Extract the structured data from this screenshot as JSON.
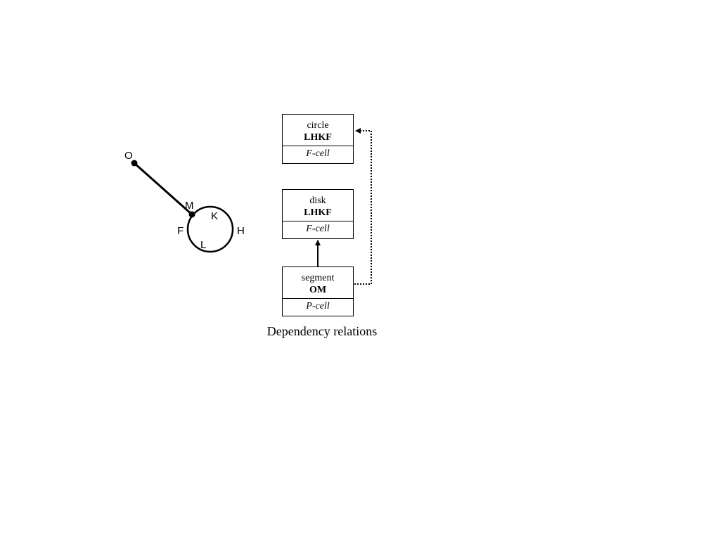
{
  "geometry_figure": {
    "point_labels": {
      "O": "O",
      "M": "M",
      "K": "K",
      "F": "F",
      "H": "H",
      "L": "L"
    }
  },
  "dependency_graph": {
    "nodes": {
      "circle": {
        "type": "circle",
        "name": "LHKF",
        "cell": "F-cell"
      },
      "disk": {
        "type": "disk",
        "name": "LHKF",
        "cell": "F-cell"
      },
      "segment": {
        "type": "segment",
        "name": "OM",
        "cell": "P-cell"
      }
    },
    "edges": [
      {
        "from": "segment",
        "to": "disk",
        "style": "solid"
      },
      {
        "from": "segment",
        "to": "circle",
        "style": "dotted"
      }
    ],
    "caption": "Dependency relations"
  }
}
